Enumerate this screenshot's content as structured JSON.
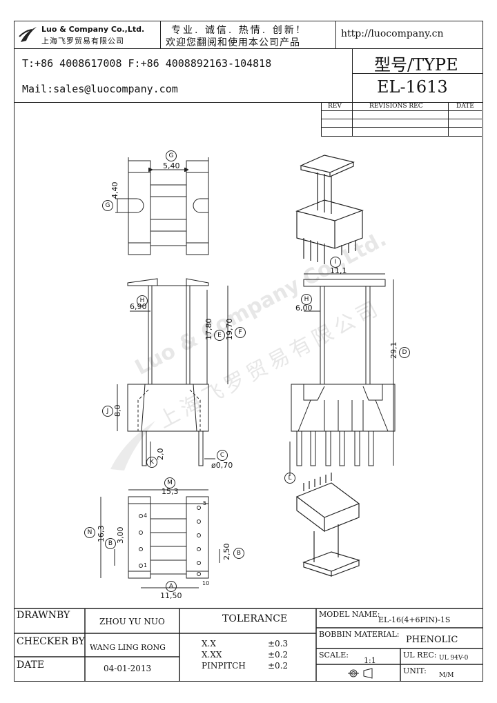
{
  "header": {
    "company_en": "Luo & Company Co.,Ltd.",
    "company_cn": "上海飞罗贸易有限公司",
    "slogan_line1": "专业. 诚信. 热情. 创新!",
    "slogan_line2": "欢迎您翻阅和使用本公司产品",
    "website": "http://luocompany.cn",
    "phone": "T:+86 4008617008 F:+86 4008892163-104818",
    "mail": "Mail:sales@luocompany.com",
    "type_label": "型号/TYPE",
    "type_value": "EL-1613"
  },
  "revisions": {
    "col_rev": "REV",
    "col_desc": "REVISIONS REC",
    "col_date": "DATE"
  },
  "dimensions": {
    "G": "5,40",
    "G2": "4,40",
    "H": "6,90",
    "E": "17,80",
    "F": "19,70",
    "J": "8,0",
    "K": "2,0",
    "C": "ø0,70",
    "I": "11,1",
    "H2": "6,00",
    "D": "29,1",
    "M": "15,3",
    "N": "16,3",
    "B": "3,00",
    "B2": "2,50",
    "A": "11,50"
  },
  "dimension_letters": {
    "G": "G",
    "G2": "G",
    "H": "H",
    "E": "E",
    "F": "F",
    "J": "J",
    "K": "K",
    "C": "C",
    "I": "I",
    "H2": "H",
    "D": "D",
    "L": "L",
    "M": "M",
    "N": "N",
    "B": "B",
    "B2": "B",
    "A": "A"
  },
  "pins": {
    "p1": "1",
    "p4": "4",
    "p5": "5",
    "p10": "10"
  },
  "watermark": {
    "en": "Luo & Company Co.,Ltd.",
    "cn": "上海飞罗贸易有限公司"
  },
  "title_block": {
    "drawnby_label": "DRAWNBY",
    "drawnby_value": "ZHOU YU NUO",
    "checker_label": "CHECKER BY",
    "checker_value": "WANG LING RONG",
    "date_label": "DATE",
    "date_value": "04-01-2013",
    "tolerance_label": "TOLERANCE",
    "tol_x_label": "X.X",
    "tol_x_value": "±0.3",
    "tol_xx_label": "X.XX",
    "tol_xx_value": "±0.2",
    "tol_pin_label": "PINPITCH",
    "tol_pin_value": "±0.2",
    "model_label": "MODEL NAME:",
    "model_value": "EL-16(4+6PIN)-1S",
    "material_label": "BOBBIN MATERIAL:",
    "material_value": "PHENOLIC",
    "scale_label": "SCALE:",
    "scale_value": "1:1",
    "ulrec_label": "UL REC:",
    "ulrec_value": "UL 94V-0",
    "unit_label": "UNIT:",
    "unit_value": "M/M"
  }
}
